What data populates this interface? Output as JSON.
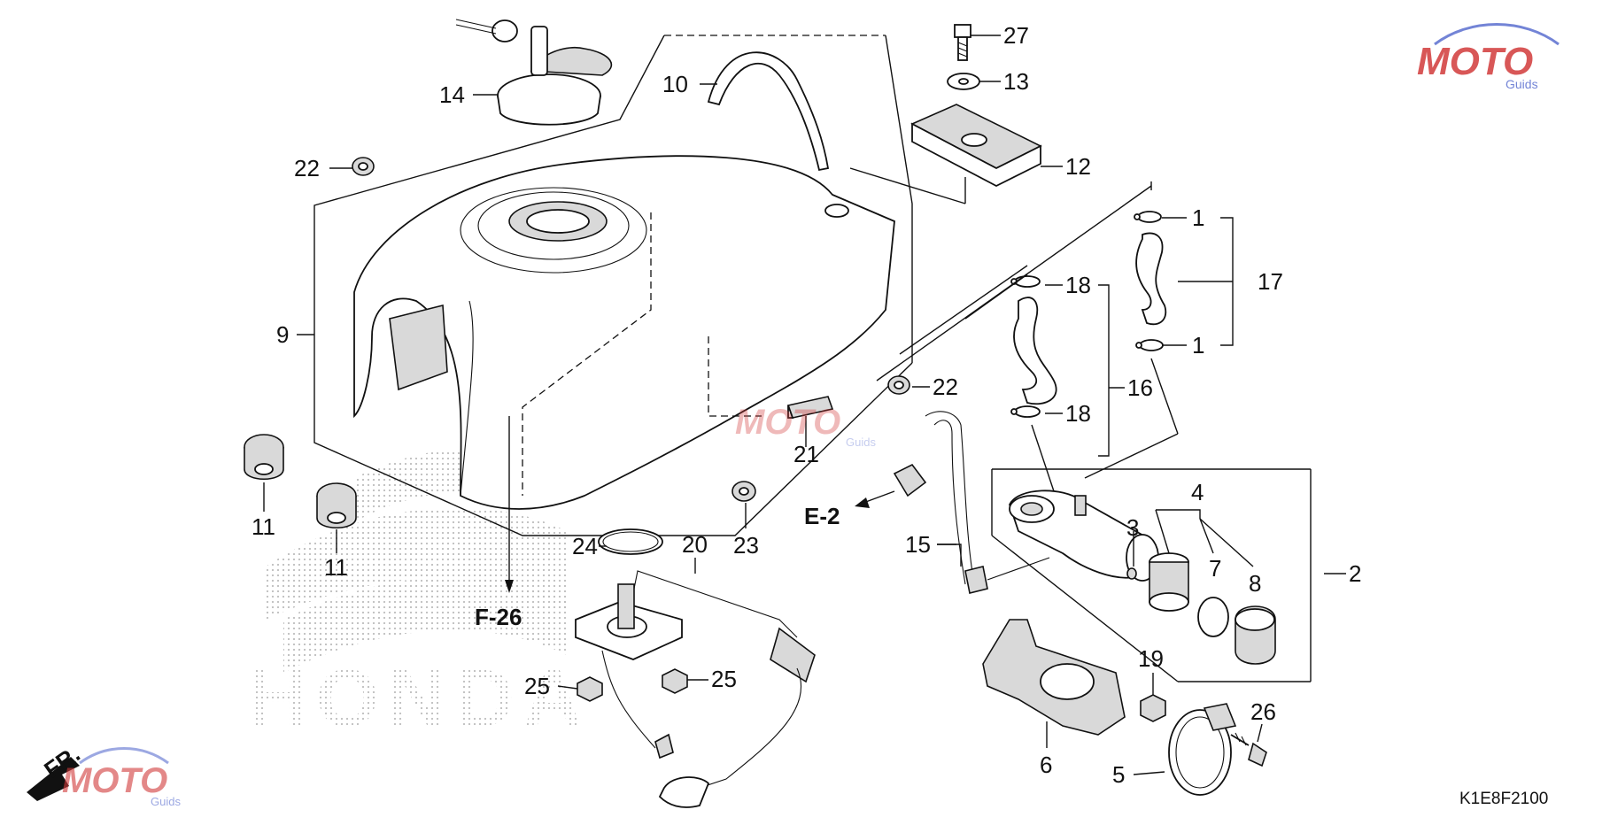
{
  "diagram_code": "K1E8F2100",
  "refs": {
    "e2": "E-2",
    "f26": "F-26",
    "fr": "FR."
  },
  "watermark": {
    "brand": "MOTO",
    "sub": "Guids"
  },
  "background_logo": "HONDA",
  "labels": {
    "p1a": "1",
    "p1b": "1",
    "p2": "2",
    "p3": "3",
    "p4": "4",
    "p5": "5",
    "p6": "6",
    "p7": "7",
    "p8": "8",
    "p9": "9",
    "p10": "10",
    "p11a": "11",
    "p11b": "11",
    "p12": "12",
    "p13": "13",
    "p14": "14",
    "p15": "15",
    "p16": "16",
    "p17": "17",
    "p18a": "18",
    "p18b": "18",
    "p19": "19",
    "p20": "20",
    "p21": "21",
    "p22a": "22",
    "p22b": "22",
    "p23": "23",
    "p24": "24",
    "p25a": "25",
    "p25b": "25",
    "p26": "26",
    "p27": "27"
  },
  "colors": {
    "line": "#111111",
    "watermark_red": "#d23a3a",
    "watermark_blue": "#5b6fd0",
    "dots": "#bdbdbd"
  }
}
